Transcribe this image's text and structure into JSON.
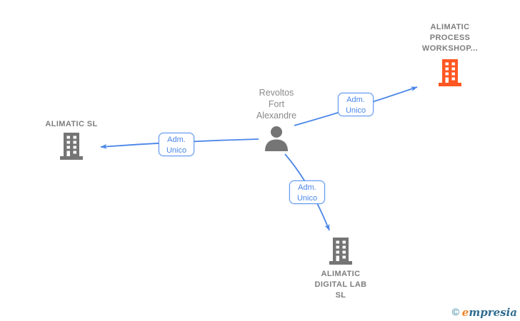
{
  "colors": {
    "edge_blue": "#4A86E8",
    "node_gray": "#757575",
    "highlight_orange": "#FF5722",
    "text_gray": "#7E7E7E",
    "brand_teal": "#2E7F9E",
    "brand_orange": "#F08227"
  },
  "person": {
    "name": "Revoltos Fort Alexandre",
    "name_lines": [
      "Revoltos",
      "Fort",
      "Alexandre"
    ]
  },
  "companies": {
    "process": {
      "line1": "ALIMATIC",
      "line2": "PROCESS",
      "line3": "WORKSHOP..."
    },
    "sl": {
      "line1": "ALIMATIC SL"
    },
    "digital": {
      "line1": "ALIMATIC",
      "line2": "DIGITAL LAB",
      "line3": "SL"
    }
  },
  "edges": {
    "to_process": {
      "label_line1": "Adm.",
      "label_line2": "Unico"
    },
    "to_sl": {
      "label_line1": "Adm.",
      "label_line2": "Unico"
    },
    "to_digital": {
      "label_line1": "Adm.",
      "label_line2": "Unico"
    }
  },
  "footer": {
    "copyright": "©",
    "brand_e": "e",
    "brand_rest": "mpresia"
  }
}
